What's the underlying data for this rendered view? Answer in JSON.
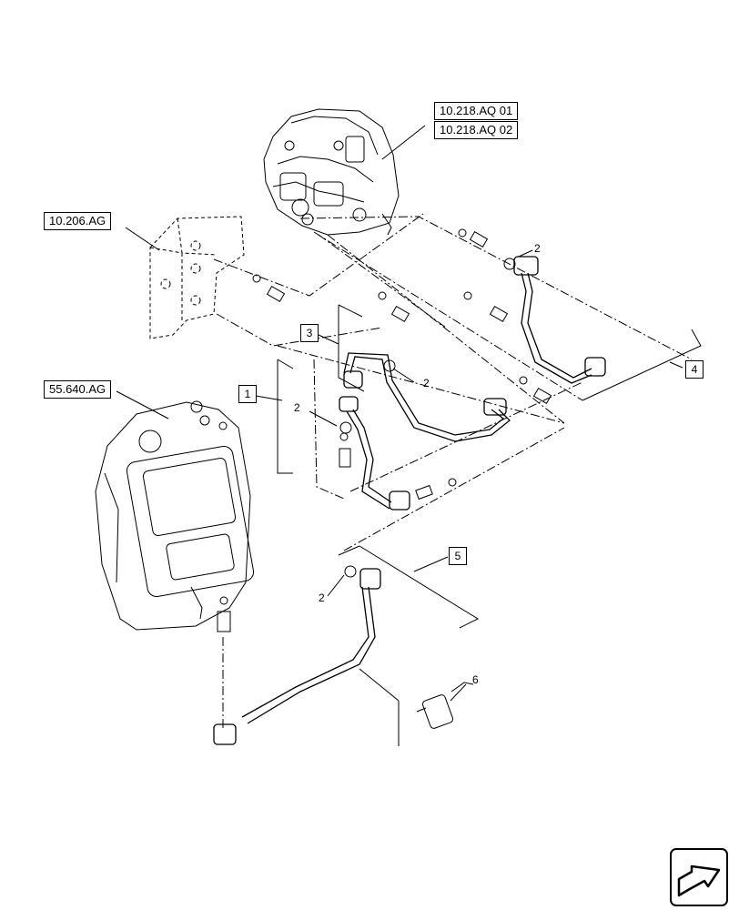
{
  "references": {
    "pump_ref_1": "10.218.AQ 01",
    "pump_ref_2": "10.218.AQ 02",
    "bracket_ref": "10.206.AG",
    "ecu_ref": "55.640.AG"
  },
  "item_boxes": {
    "item1": "1",
    "item3": "3",
    "item4": "4",
    "item5": "5"
  },
  "callouts": {
    "c2_a": "2",
    "c2_b": "2",
    "c2_c": "2",
    "c2_d": "2",
    "c6": "6"
  },
  "nav": {
    "icon": "next-page-arrow-icon"
  }
}
